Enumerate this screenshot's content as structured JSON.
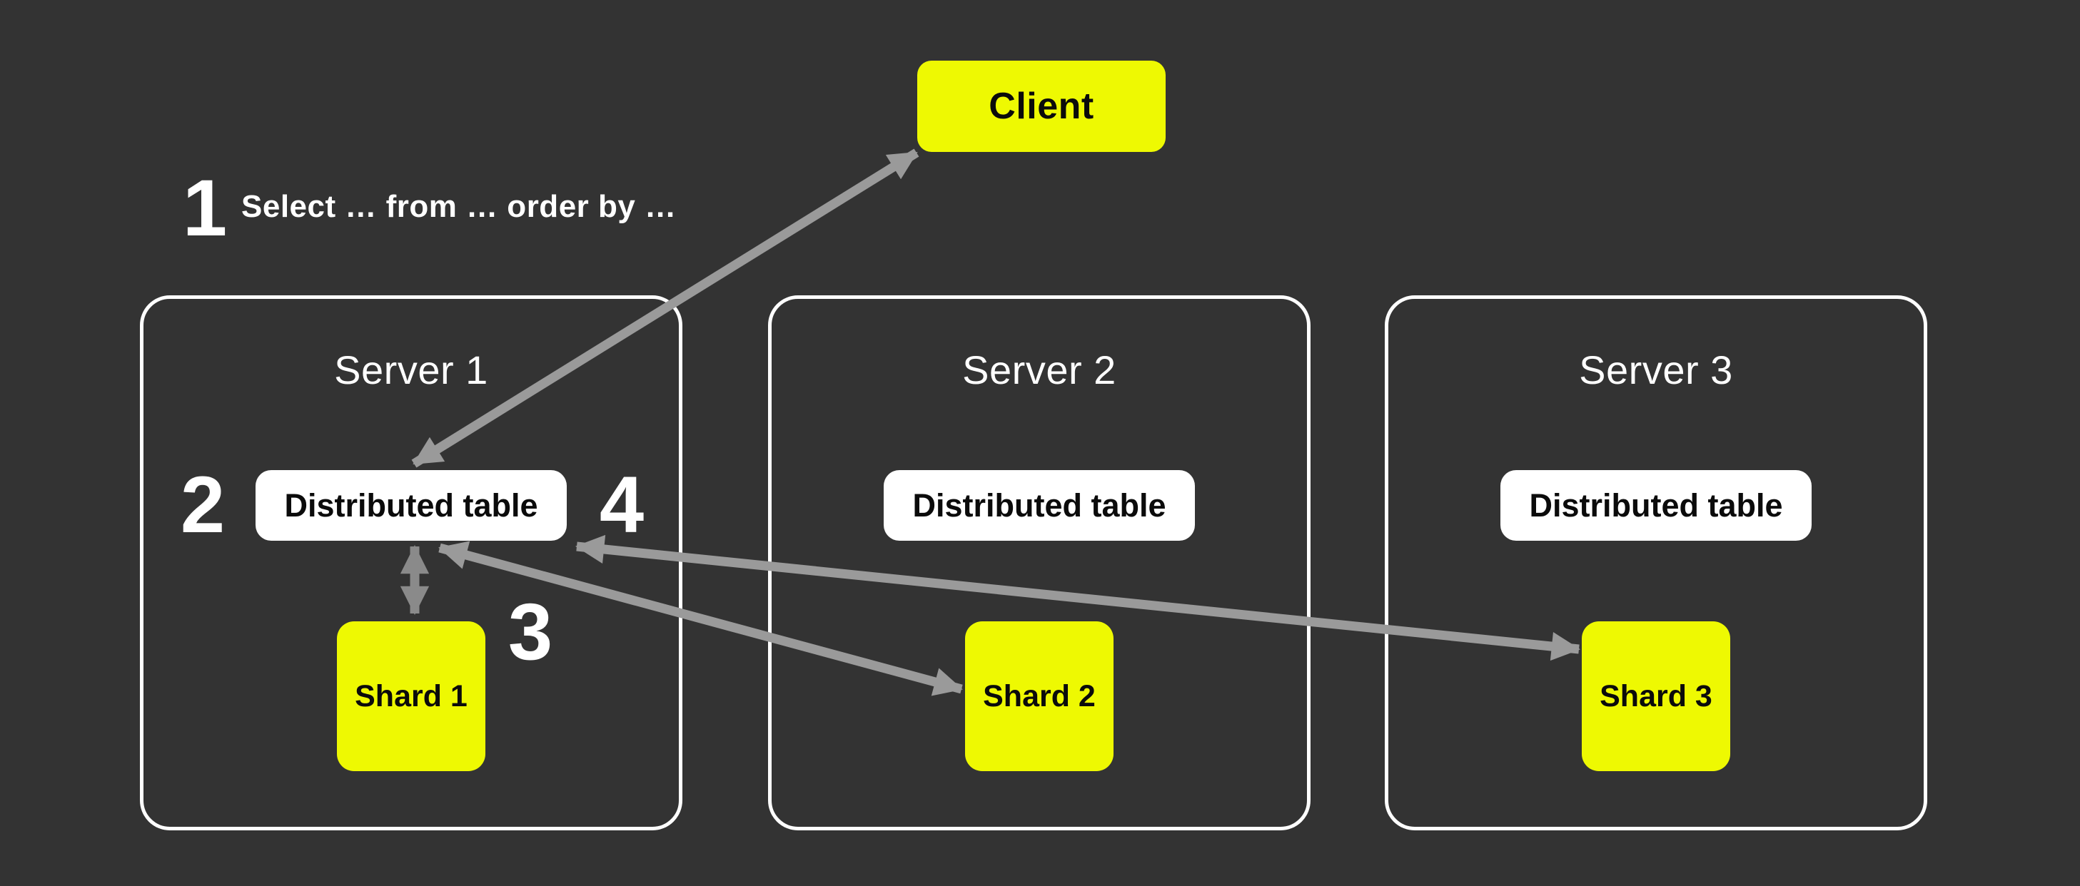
{
  "colors": {
    "background": "#333333",
    "node_yellow": "#EEF902",
    "node_white": "#FFFFFF",
    "arrow": "#9A9A9A",
    "arrow_dark": "#8A8A8A",
    "text_light": "#FFFFFF",
    "text_dark": "#0B0B0B",
    "server_border": "#FFFFFF"
  },
  "client": {
    "label": "Client"
  },
  "annotations": {
    "step1": {
      "number": "1",
      "query": "Select … from … order by …"
    },
    "step2": {
      "number": "2"
    },
    "step3": {
      "number": "3"
    },
    "step4": {
      "number": "4"
    }
  },
  "servers": [
    {
      "title": "Server 1",
      "distributed_table": "Distributed table",
      "shard": "Shard 1"
    },
    {
      "title": "Server 2",
      "distributed_table": "Distributed table",
      "shard": "Shard 2"
    },
    {
      "title": "Server 3",
      "distributed_table": "Distributed table",
      "shard": "Shard 3"
    }
  ],
  "connections": [
    {
      "from": "Client",
      "to": "Server 1 distributed table",
      "bidirectional": true
    },
    {
      "from": "Server 1 distributed table",
      "to": "Shard 1",
      "bidirectional": true
    },
    {
      "from": "Server 1 distributed table",
      "to": "Shard 2",
      "bidirectional": true
    },
    {
      "from": "Server 1 distributed table",
      "to": "Shard 3",
      "bidirectional": true
    }
  ]
}
